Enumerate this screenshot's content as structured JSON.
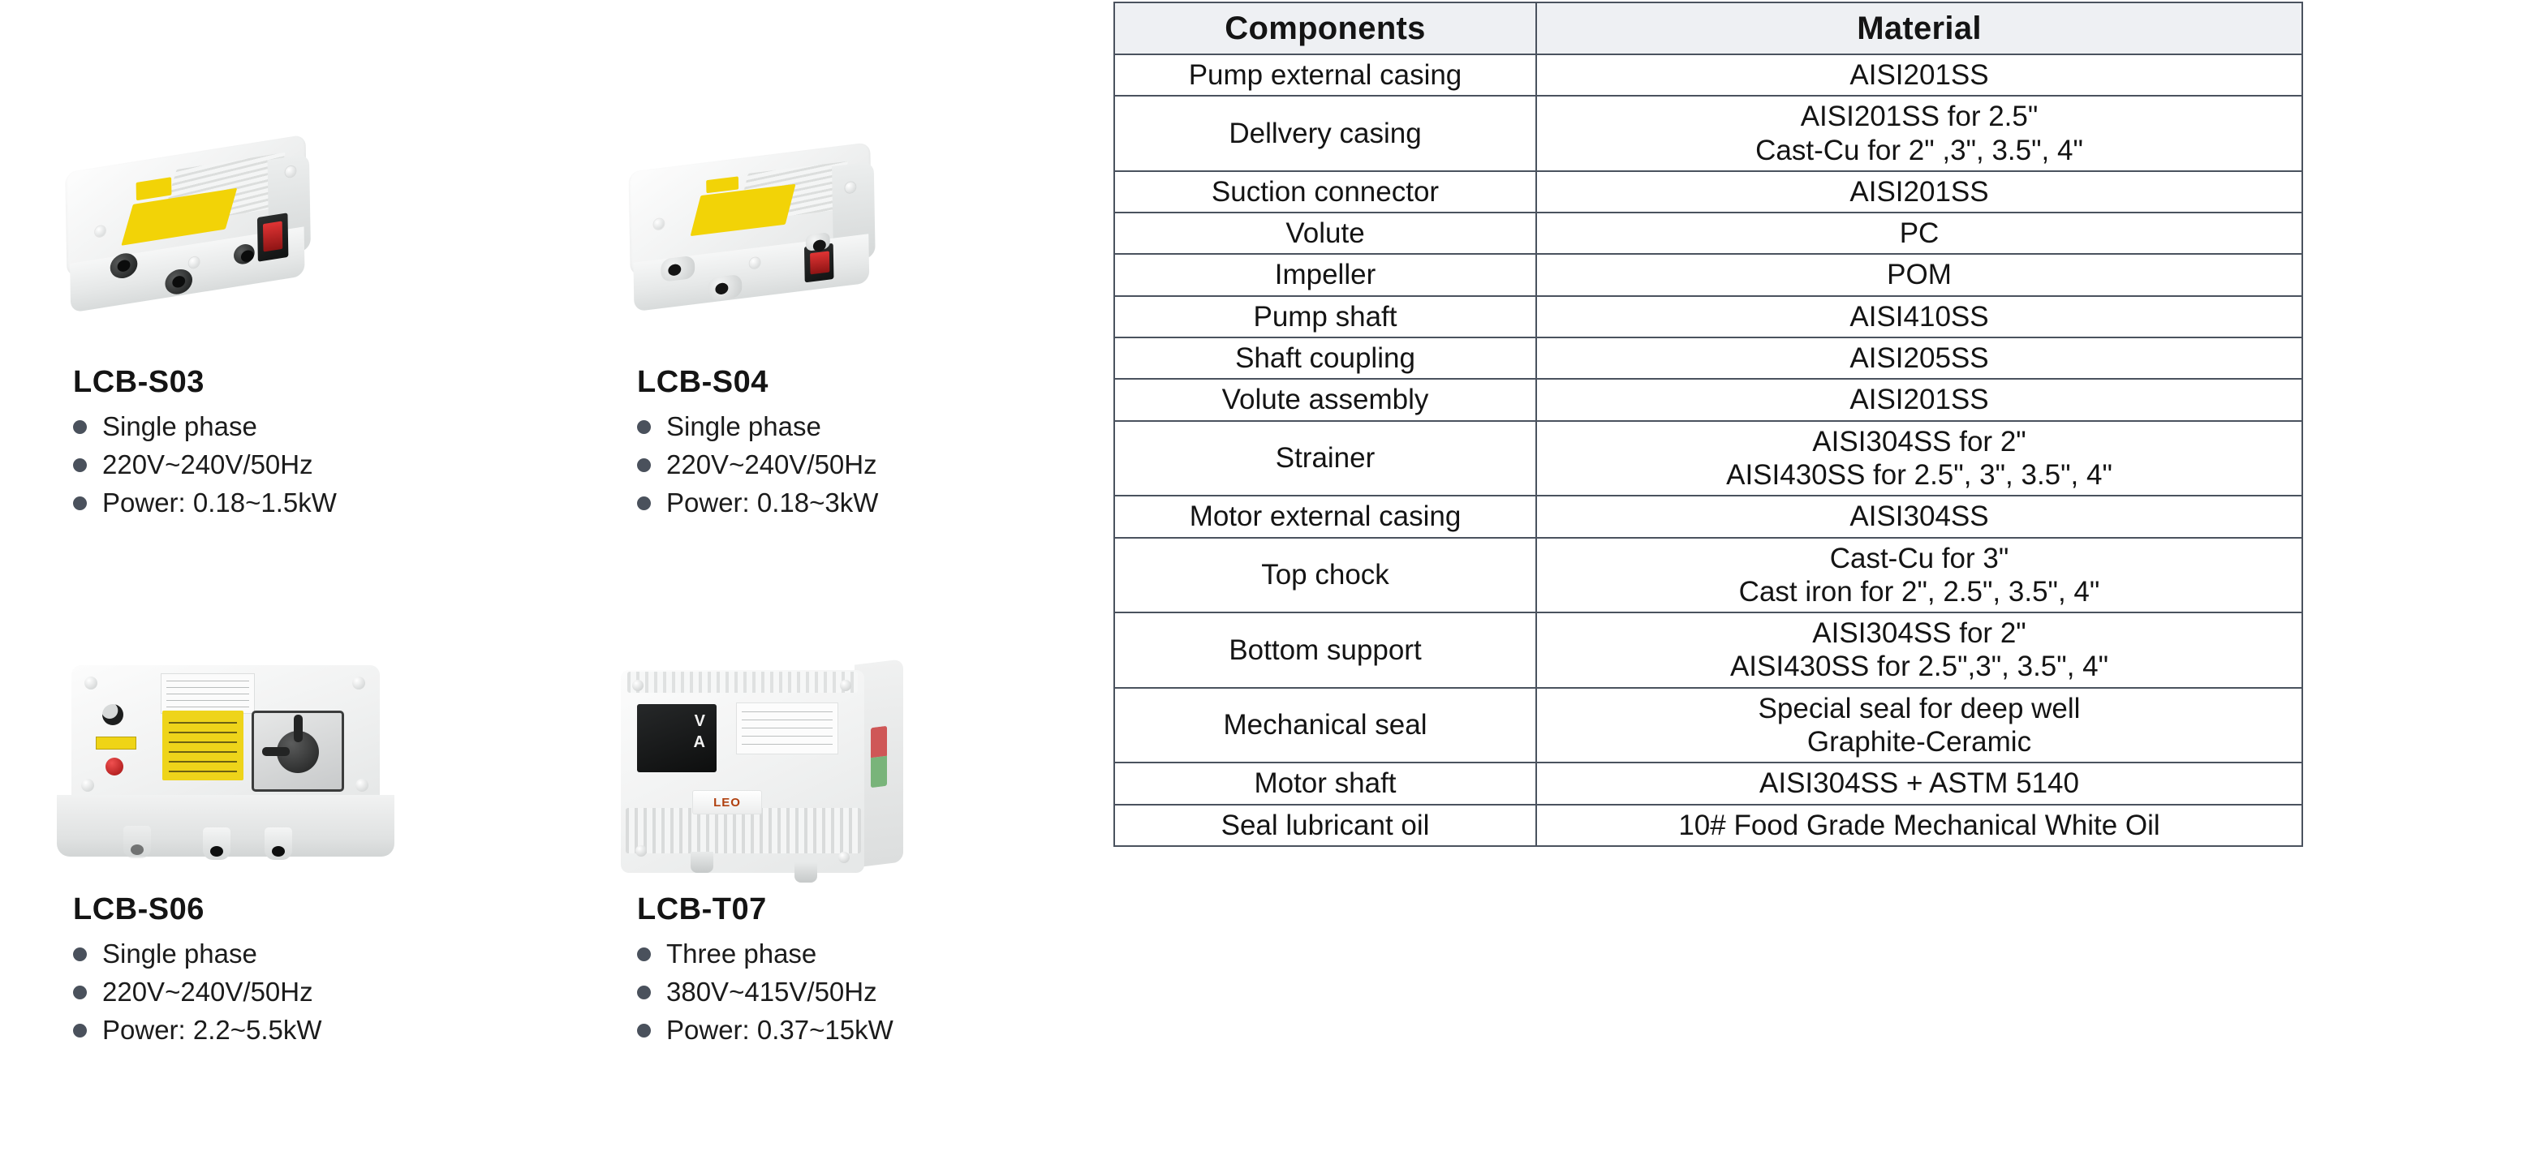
{
  "products": [
    {
      "id": "LCB-S03",
      "title": "LCB-S03",
      "device_type": "control-box-isometric",
      "specs": [
        "Single phase",
        "220V~240V/50Hz",
        "Power: 0.18~1.5kW"
      ]
    },
    {
      "id": "LCB-S04",
      "title": "LCB-S04",
      "device_type": "control-box-isometric",
      "specs": [
        "Single phase",
        "220V~240V/50Hz",
        "Power: 0.18~3kW"
      ]
    },
    {
      "id": "LCB-S06",
      "title": "LCB-S06",
      "device_type": "control-box-flat",
      "specs": [
        "Single phase",
        "220V~240V/50Hz",
        "Power: 2.2~5.5kW"
      ]
    },
    {
      "id": "LCB-T07",
      "title": "LCB-T07",
      "device_type": "control-box-wallmount",
      "specs": [
        "Three phase",
        "380V~415V/50Hz",
        "Power: 0.37~15kW"
      ]
    }
  ],
  "device_labels": {
    "display_volt": "V",
    "display_amp": "A",
    "brand_logo": "LEO"
  },
  "table": {
    "headers": [
      "Components",
      "Material"
    ],
    "rows": [
      {
        "component": "Pump external casing",
        "material": "AISI201SS",
        "lines": 1
      },
      {
        "component": "Dellvery casing",
        "material": "AISI201SS for 2.5\"\nCast-Cu for  2\" ,3\", 3.5\", 4\"",
        "lines": 2
      },
      {
        "component": "Suction connector",
        "material": "AISI201SS",
        "lines": 1
      },
      {
        "component": "Volute",
        "material": "PC",
        "lines": 1
      },
      {
        "component": "Impeller",
        "material": "POM",
        "lines": 1
      },
      {
        "component": "Pump shaft",
        "material": "AISI410SS",
        "lines": 1
      },
      {
        "component": "Shaft coupling",
        "material": "AISI205SS",
        "lines": 1
      },
      {
        "component": "Volute assembly",
        "material": "AISI201SS",
        "lines": 1
      },
      {
        "component": "Strainer",
        "material": "AISI304SS for 2\"\nAISI430SS for 2.5\", 3\", 3.5\", 4\"",
        "lines": 2
      },
      {
        "component": "Motor external casing",
        "material": "AISI304SS",
        "lines": 1
      },
      {
        "component": "Top chock",
        "material": "Cast-Cu for 3\"\nCast iron for 2\", 2.5\", 3.5\", 4\"",
        "lines": 2
      },
      {
        "component": "Bottom support",
        "material": "AISI304SS for 2\"\nAISI430SS for 2.5\",3\", 3.5\", 4\"",
        "lines": 2
      },
      {
        "component": "Mechanical seal",
        "material": "Special seal for deep well\nGraphite-Ceramic",
        "lines": 2
      },
      {
        "component": "Motor shaft",
        "material": "AISI304SS + ASTM 5140",
        "lines": 1
      },
      {
        "component": "Seal lubricant oil",
        "material": "10# Food Grade Mechanical White Oil",
        "lines": 1
      }
    ]
  },
  "colors": {
    "table_border": "#4a525e",
    "table_header_bg": "#eef0f3",
    "bullet": "#4a515c",
    "warning_label": "#f2d307",
    "brand_accent": "#b0400f"
  }
}
